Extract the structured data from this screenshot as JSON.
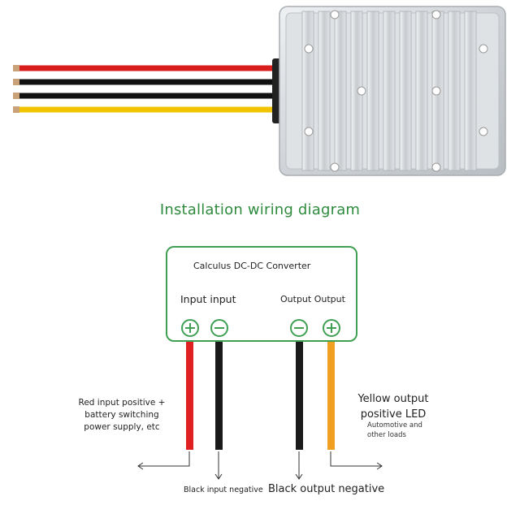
{
  "diagram": {
    "title": "Installation wiring diagram",
    "box_title": "Calculus DC-DC Converter",
    "input_label": "Input input",
    "output_label": "Output Output",
    "terminals": [
      {
        "name": "input-positive",
        "symbol": "plus",
        "wire_color": "#e02020"
      },
      {
        "name": "input-negative",
        "symbol": "minus",
        "wire_color": "#1a1a1a"
      },
      {
        "name": "output-negative",
        "symbol": "minus",
        "wire_color": "#1a1a1a"
      },
      {
        "name": "output-positive",
        "symbol": "plus",
        "wire_color": "#f0a020"
      }
    ],
    "notes": {
      "red_input": "Red input positive + battery switching power supply, etc",
      "yellow_output_main": "Yellow output positive LED",
      "yellow_output_sub": "Automotive and other loads",
      "black_input": "Black input negative",
      "black_output": "Black output negative"
    },
    "colors": {
      "accent_green": "#3fa054",
      "title_green": "#2e8b3e",
      "red_wire": "#e02020",
      "black_wire": "#1a1a1a",
      "yellow_wire": "#f0a020"
    }
  },
  "product_photo": {
    "wire_colors": [
      "#d91c1c",
      "#111111",
      "#111111",
      "#f2c400"
    ],
    "housing_color": "#d6d9dc"
  }
}
